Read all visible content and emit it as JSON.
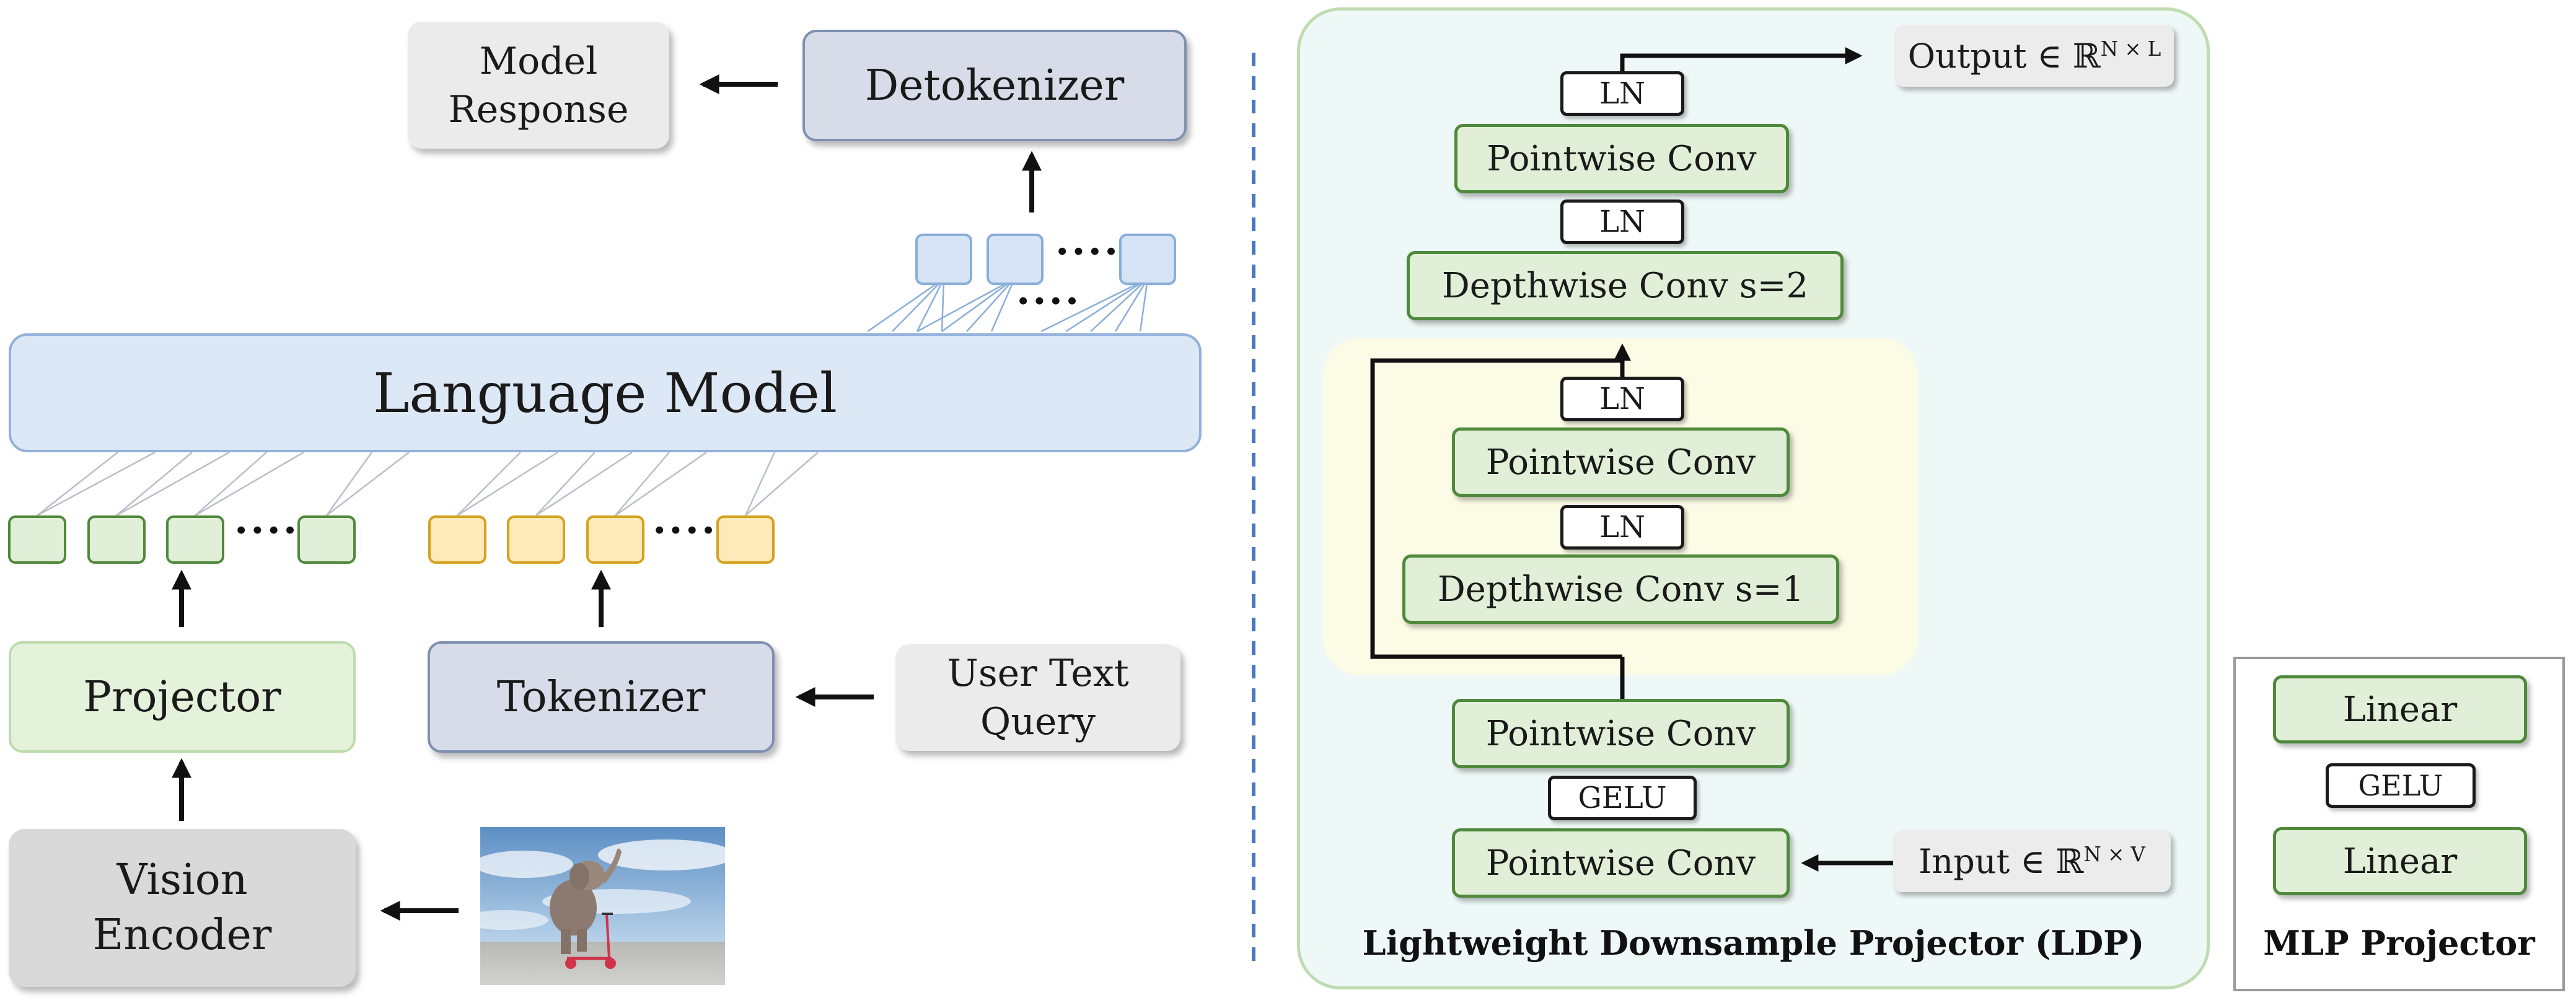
{
  "left": {
    "model_response": {
      "line1": "Model",
      "line2": "Response"
    },
    "detokenizer": "Detokenizer",
    "language_model": "Language Model",
    "projector": "Projector",
    "tokenizer": "Tokenizer",
    "user_query": {
      "line1": "User Text",
      "line2": "Query"
    },
    "vision_encoder": {
      "line1": "Vision",
      "line2": "Encoder"
    },
    "ellipsis": "····"
  },
  "ldp": {
    "title": "Lightweight Downsample Projector (LDP)",
    "output_label": {
      "text": "Output ∈ ℝ",
      "sup": "N × L"
    },
    "input_label": {
      "text": "Input ∈ ℝ",
      "sup": "N × V"
    },
    "ln": "LN",
    "pointwise_conv": "Pointwise Conv",
    "depthwise_s2": "Depthwise Conv s=2",
    "depthwise_s1": "Depthwise Conv s=1",
    "gelu": "GELU"
  },
  "mlp": {
    "title": "MLP Projector",
    "linear": "Linear",
    "gelu": "GELU"
  },
  "colors": {
    "divider": "#4a78c2",
    "ldp_panel_border": "#bfdcb0",
    "ldp_panel_bg": "#eef8f6",
    "residual_bg": "#fbfbe6"
  }
}
